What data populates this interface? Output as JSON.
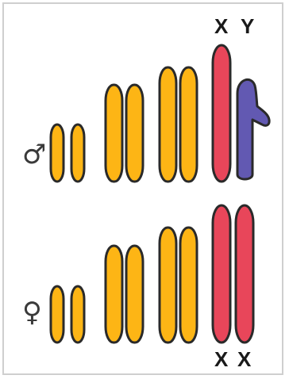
{
  "symbols": {
    "male": "♂",
    "female": "♀"
  },
  "labels": {
    "male_top_x": "X",
    "male_top_y": "Y",
    "female_bottom_x1": "X",
    "female_bottom_x2": "X"
  },
  "colors": {
    "autosome": "#FDB515",
    "x_chromosome": "#E8465A",
    "y_chromosome": "#6259B2",
    "outline": "#2a2a2a",
    "frame": "#cfcfcf"
  },
  "groups": [
    {
      "name": "male",
      "pairs": [
        "autosome",
        "autosome",
        "autosome",
        "sex-xy"
      ]
    },
    {
      "name": "female",
      "pairs": [
        "autosome",
        "autosome",
        "autosome",
        "sex-xx"
      ]
    }
  ]
}
